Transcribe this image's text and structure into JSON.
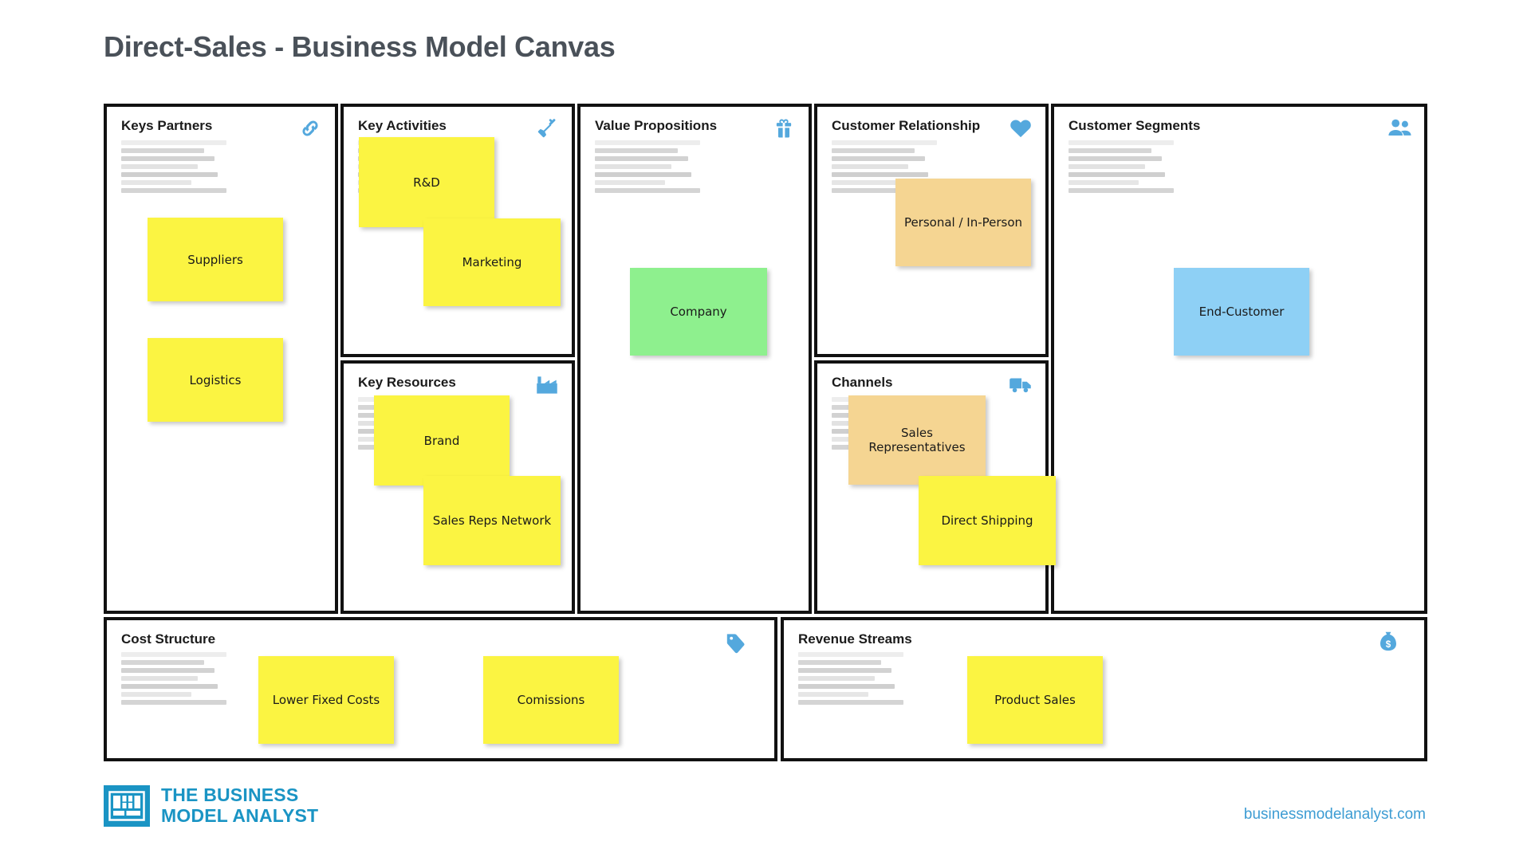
{
  "page": {
    "title": "Direct-Sales - Business Model Canvas"
  },
  "colors": {
    "accent_blue": "#54a8dd",
    "brand_blue": "#1a94c4",
    "note_yellow": "#fbf442",
    "note_green": "#8ef08e",
    "note_blue": "#8ed0f5",
    "note_orange": "#f5d592",
    "frame_black": "#111111",
    "title_gray": "#4a5159"
  },
  "blocks": {
    "key_partners": {
      "title": "Keys Partners",
      "icon": "chain-link-icon"
    },
    "key_activities": {
      "title": "Key Activities",
      "icon": "shovel-icon"
    },
    "key_resources": {
      "title": "Key Resources",
      "icon": "factory-icon"
    },
    "value_propositions": {
      "title": "Value Propositions",
      "icon": "gift-icon"
    },
    "customer_relationship": {
      "title": "Customer Relationship",
      "icon": "heart-icon"
    },
    "channels": {
      "title": "Channels",
      "icon": "delivery-truck-icon"
    },
    "customer_segments": {
      "title": "Customer Segments",
      "icon": "users-icon"
    },
    "cost_structure": {
      "title": "Cost Structure",
      "icon": "price-tag-icon"
    },
    "revenue_streams": {
      "title": "Revenue Streams",
      "icon": "money-bag-icon"
    }
  },
  "notes": {
    "suppliers": "Suppliers",
    "logistics": "Logistics",
    "rnd": "R&D",
    "marketing": "Marketing",
    "brand": "Brand",
    "sales_reps_network": "Sales Reps Network",
    "company": "Company",
    "personal_in_person": "Personal / In-Person",
    "sales_representatives": "Sales Representatives",
    "direct_shipping": "Direct Shipping",
    "end_customer": "End-Customer",
    "lower_fixed_costs": "Lower Fixed Costs",
    "comissions": "Comissions",
    "product_sales": "Product Sales"
  },
  "footer": {
    "logo_line1": "THE BUSINESS",
    "logo_line2": "MODEL ANALYST",
    "url": "businessmodelanalyst.com"
  }
}
